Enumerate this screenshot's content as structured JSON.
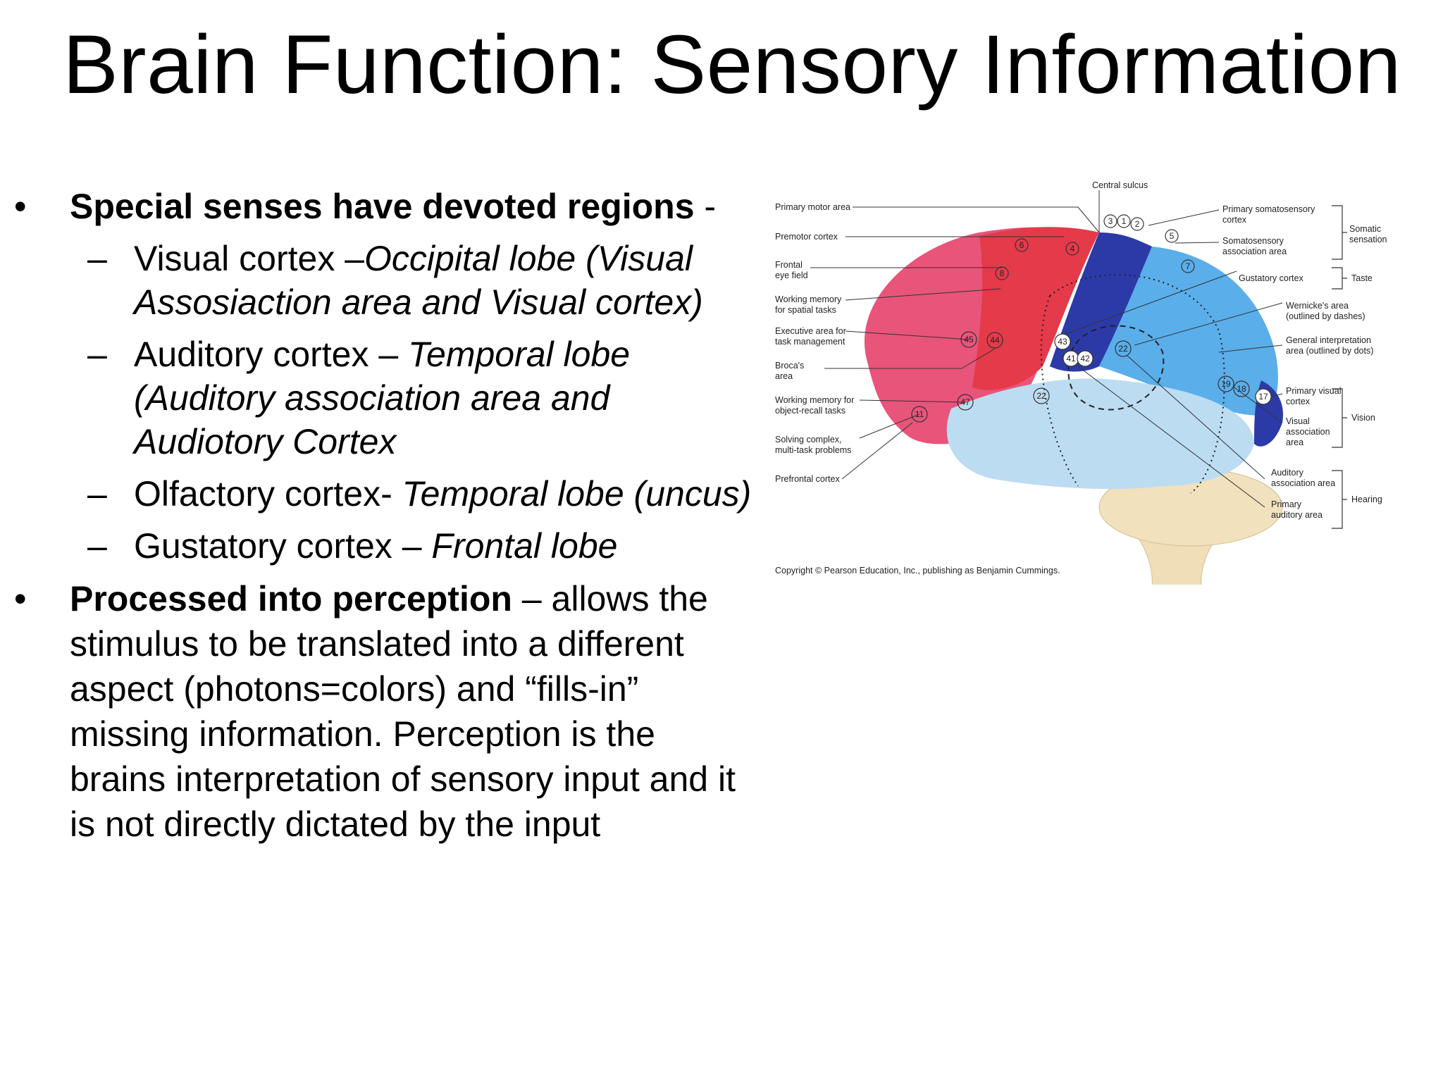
{
  "slide": {
    "title": "Brain Function: Sensory Information"
  },
  "bullets": {
    "b1": {
      "bold": "Special senses have devoted regions",
      "rest": " -",
      "subs": [
        {
          "normal": "Visual cortex –",
          "italic": "Occipital lobe (Visual Assosiaction area and Visual cortex)"
        },
        {
          "normal": "Auditory cortex – ",
          "italic": "Temporal lobe (Auditory  association area and Audiotory Cortex"
        },
        {
          "normal": "Olfactory cortex- ",
          "italic": "Temporal lobe (uncus)"
        },
        {
          "normal": "Gustatory cortex – ",
          "italic": "Frontal lobe"
        }
      ]
    },
    "b2": {
      "bold": "Processed into perception",
      "rest": " – allows the stimulus to be translated into a different aspect (photons=colors) and “fills-in” missing information. Perception is the brains interpretation of sensory input and it is not directly dictated by the input"
    },
    "bullet_char": "•",
    "dash_char": "–"
  },
  "figure": {
    "top_label": "Central sulcus",
    "left_labels": [
      "Primary motor area",
      "Premotor cortex",
      "Frontal",
      "eye field",
      "Working memory",
      "for spatial tasks",
      "Executive area for",
      "task management",
      "Broca's",
      "area",
      "Working memory for",
      "object-recall tasks",
      "Solving complex,",
      "multi-task problems",
      "Prefrontal cortex"
    ],
    "right_labels": [
      "Primary somatosensory",
      "cortex",
      "Somatosensory",
      "association area",
      "Gustatory cortex",
      "Wernicke's area",
      "(outlined by dashes)",
      "General interpretation",
      "area (outlined by dots)",
      "Primary visual",
      "cortex",
      "Visual",
      "association",
      "area",
      "Auditory",
      "association area",
      "Primary",
      "auditory area"
    ],
    "groups": [
      "Somatic",
      "sensation",
      "Taste",
      "Vision",
      "Hearing"
    ],
    "area_numbers": [
      "6",
      "4",
      "3",
      "1",
      "2",
      "5",
      "7",
      "8",
      "45",
      "44",
      "43",
      "41",
      "42",
      "22",
      "22",
      "47",
      "11",
      "19",
      "18",
      "17"
    ],
    "copyright": "Copyright © Pearson Education, Inc., publishing as Benjamin Cummings."
  }
}
